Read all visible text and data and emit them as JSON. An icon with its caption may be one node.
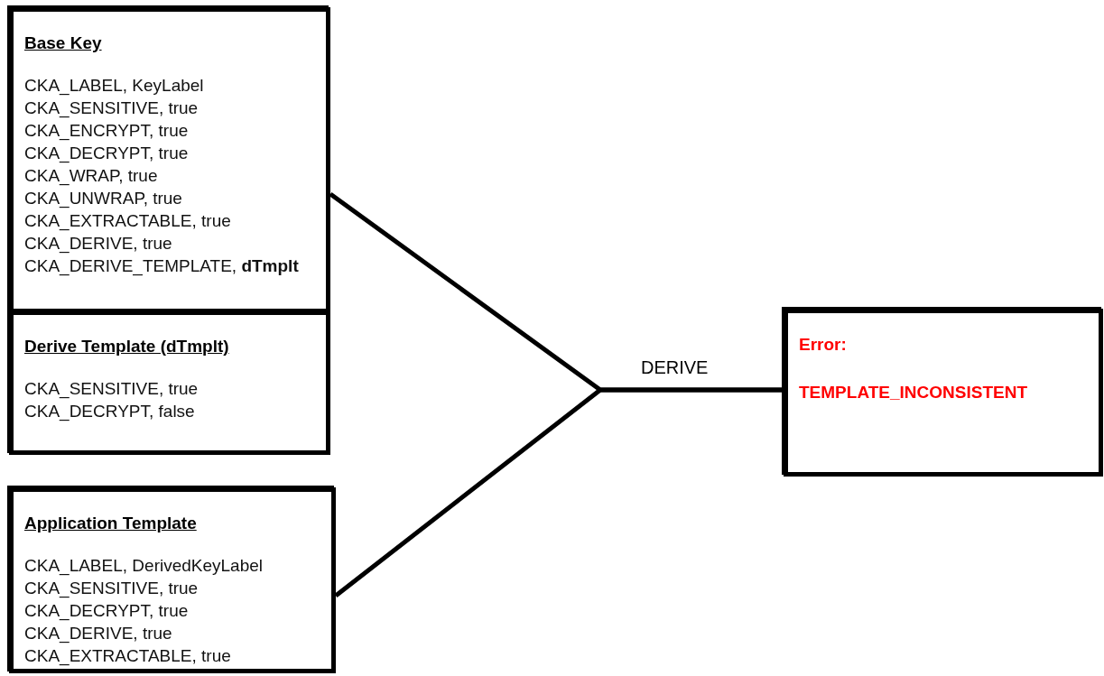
{
  "diagram": {
    "nodes": [
      {
        "text": [
          "Base Key",
          "CKA_LABEL, KeyLabel",
          "CKA_SENSITIVE, true",
          "CKA_ENCRYPT, true",
          "CKA_DECRYPT, true",
          "CKA_WRAP, true",
          "CKA_UNWRAP, true",
          "CKA_EXTRACTABLE, true",
          "CKA_DERIVE, true",
          "CKA_DERIVE_TEMPLATE, **dTmplt**"
        ]
      },
      {
        "text": [
          "Derive Template (dTmplt)",
          "CKA_SENSITIVE, true",
          "CKA_DECRYPT, false"
        ]
      },
      {
        "text": [
          "Application Template",
          "CKA_LABEL, DerivedKeyLabel",
          "CKA_SENSITIVE, true",
          "CKA_DECRYPT, true",
          "CKA_DERIVE, true",
          "CKA_EXTRACTABLE, true"
        ]
      },
      {
        "text": [
          "Error:",
          "TEMPLATE_INCONSISTENT"
        ]
      }
    ],
    "edges": [
      {
        "from": 0,
        "to": 3,
        "arrow": "none",
        "label": "DERIVE"
      },
      {
        "from": 2,
        "to": 3,
        "arrow": "none"
      }
    ]
  }
}
